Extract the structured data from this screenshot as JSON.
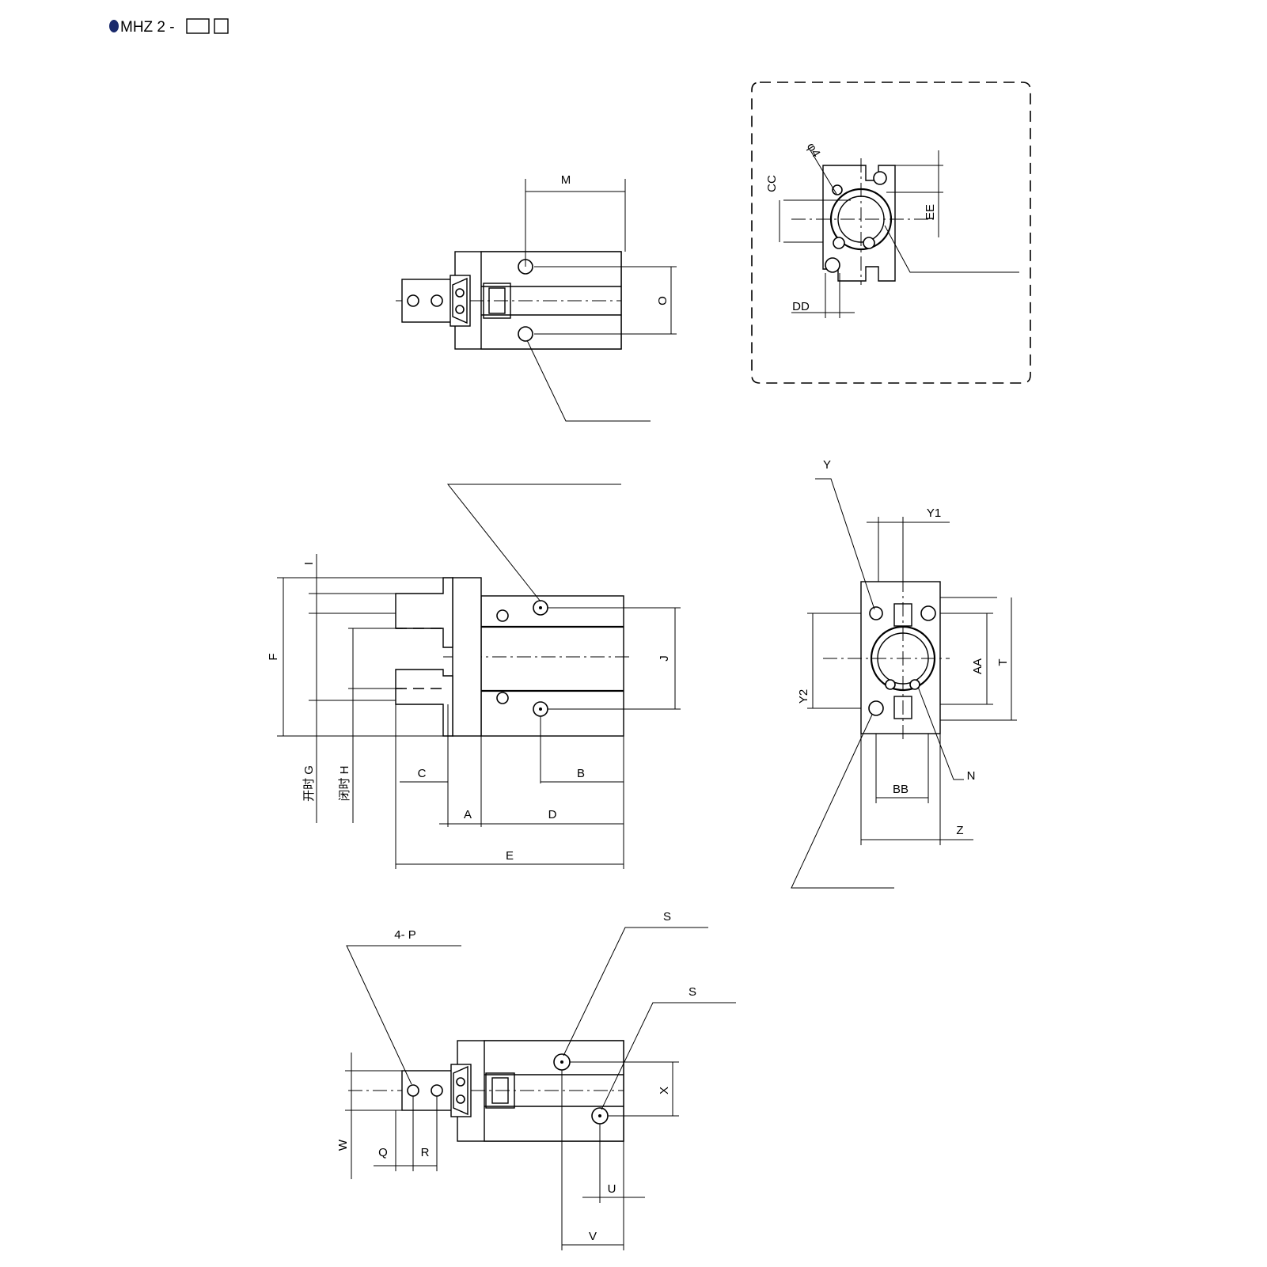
{
  "title": {
    "bullet_color": "#1a2a6c",
    "model_text": "MHZ 2 -"
  },
  "labels": {
    "M": "M",
    "O": "O",
    "CC": "CC",
    "EE": "EE",
    "DD": "DD",
    "phi4": "φ4",
    "I": "I",
    "F": "F",
    "J": "J",
    "G": "开时 G",
    "H": "闭时 H",
    "C": "C",
    "B": "B",
    "A": "A",
    "D": "D",
    "E": "E",
    "Y": "Y",
    "Y1": "Y1",
    "Y2": "Y2",
    "AA": "AA",
    "T": "T",
    "N": "N",
    "BB": "BB",
    "Z": "Z",
    "P": "4- P",
    "S1": "S",
    "S2": "S",
    "W": "W",
    "Q": "Q",
    "R": "R",
    "X": "X",
    "U": "U",
    "V": "V"
  }
}
